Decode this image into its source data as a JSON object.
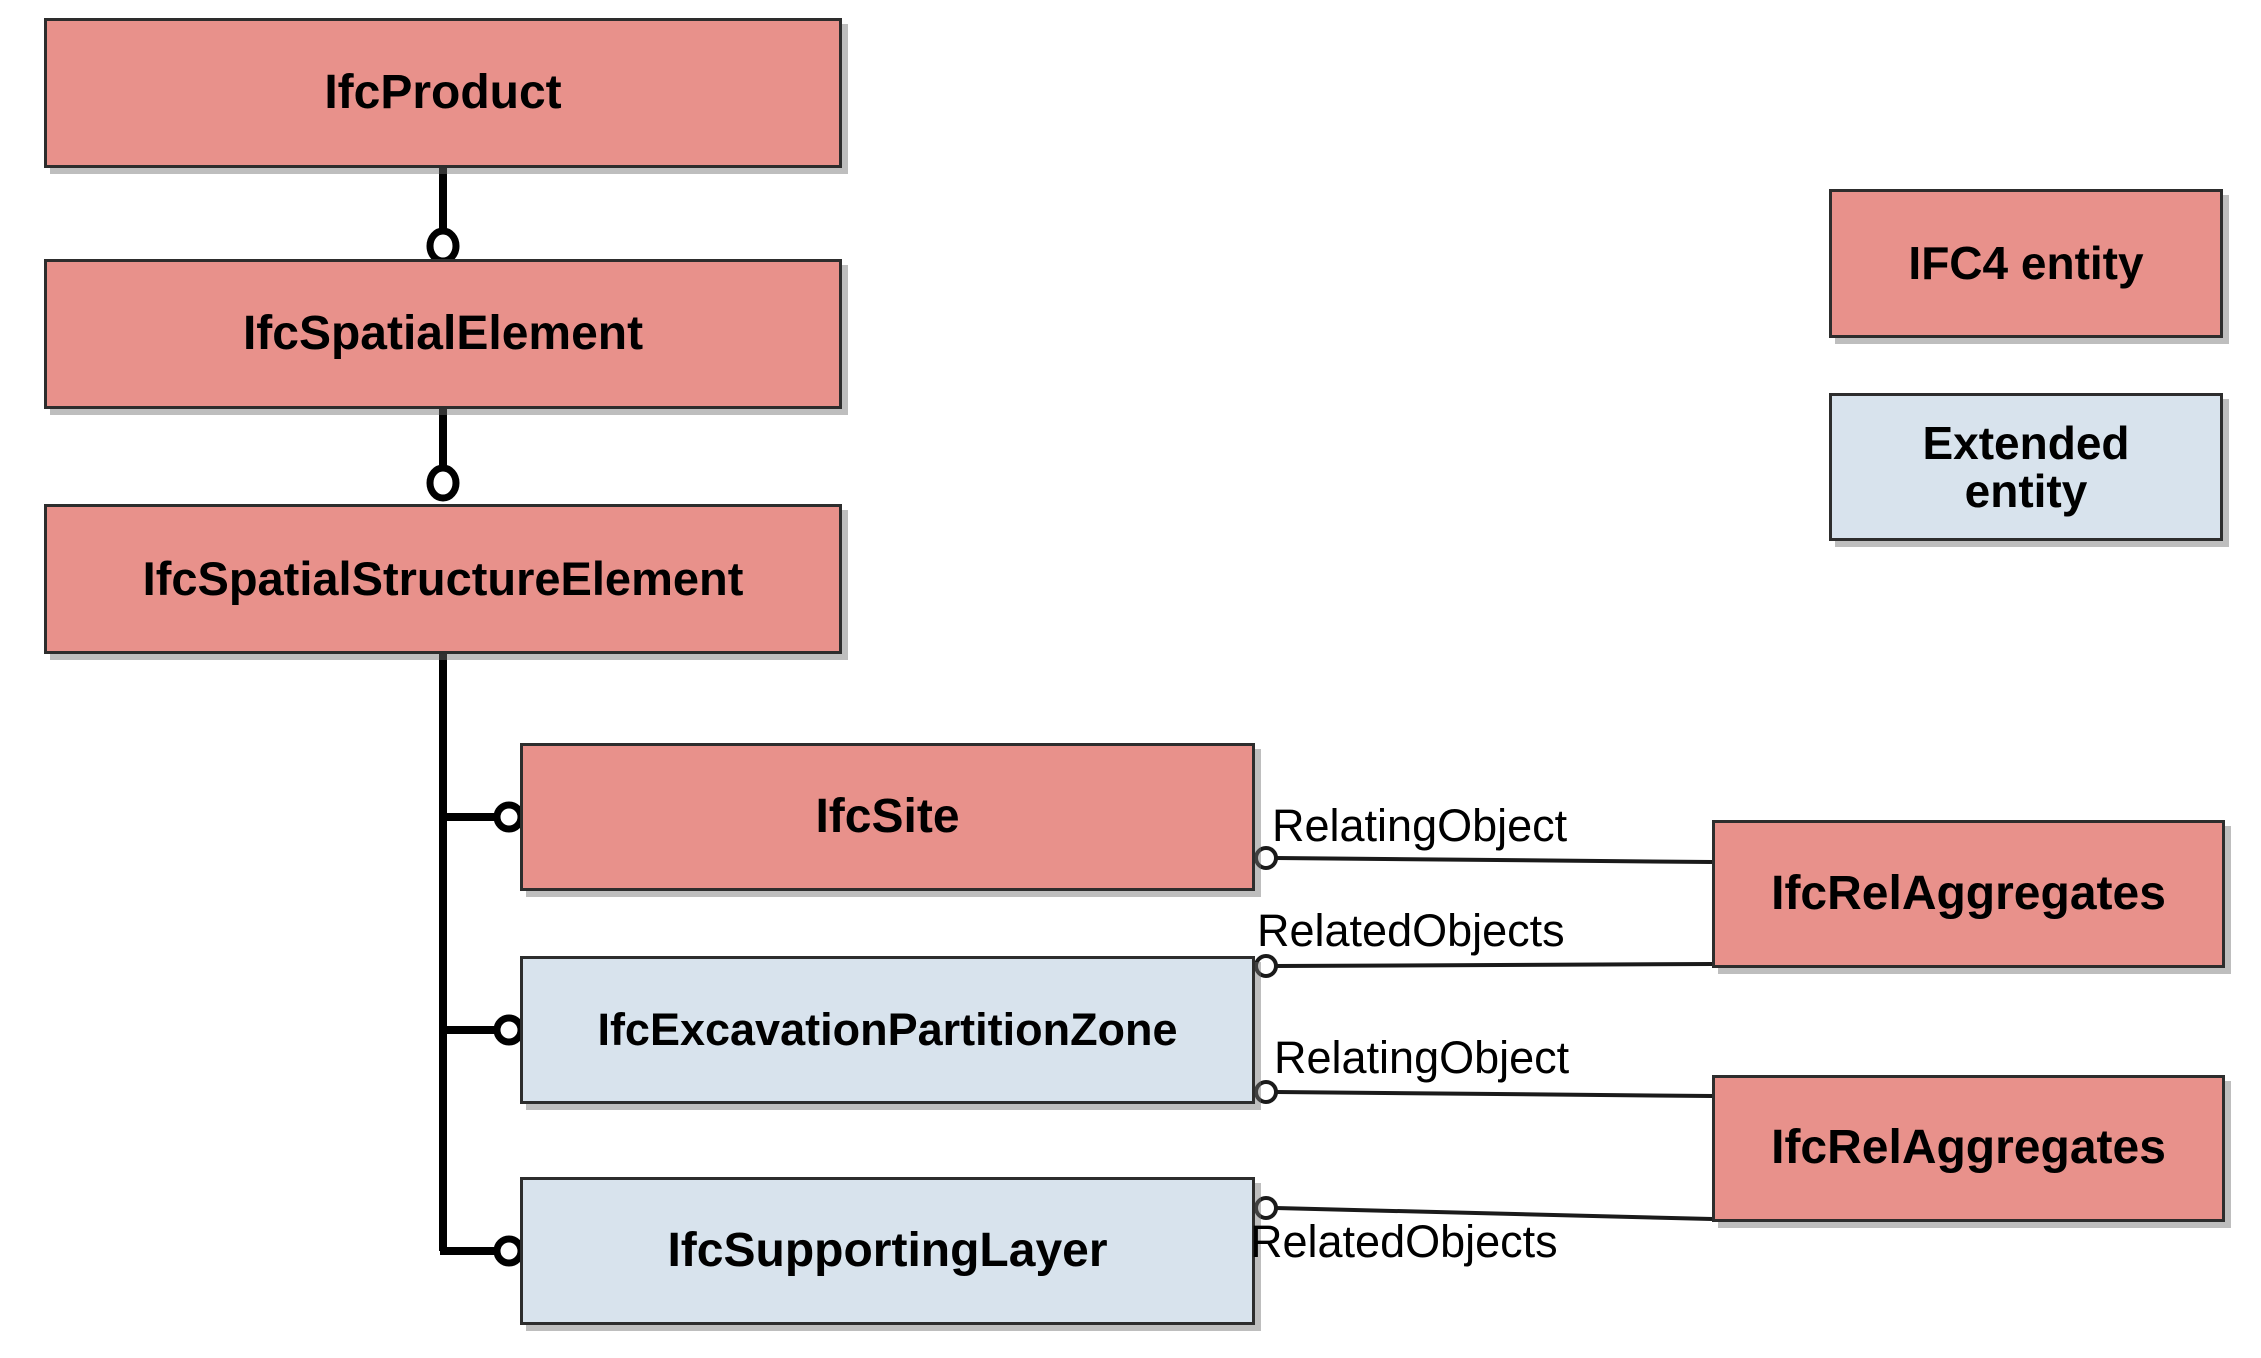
{
  "nodes": {
    "product": {
      "label": "IfcProduct",
      "type": "ifc4"
    },
    "spatial_element": {
      "label": "IfcSpatialElement",
      "type": "ifc4"
    },
    "spatial_structure_element": {
      "label": "IfcSpatialStructureElement",
      "type": "ifc4"
    },
    "site": {
      "label": "IfcSite",
      "type": "ifc4"
    },
    "excavation_partition_zone": {
      "label": "IfcExcavationPartitionZone",
      "type": "extended"
    },
    "supporting_layer": {
      "label": "IfcSupportingLayer",
      "type": "extended"
    },
    "rel_aggregates_1": {
      "label": "IfcRelAggregates",
      "type": "ifc4"
    },
    "rel_aggregates_2": {
      "label": "IfcRelAggregates",
      "type": "ifc4"
    }
  },
  "edge_labels": {
    "site_relating": "RelatingObject",
    "excavation_related": "RelatedObjects",
    "excavation_relating": "RelatingObject",
    "supporting_related": "RelatedObjects"
  },
  "legend": {
    "ifc4": {
      "label": "IFC4 entity"
    },
    "extended": {
      "label": "Extended entity"
    }
  },
  "colors": {
    "ifc4_fill": "#E8918B",
    "extended_fill": "#D8E3ED",
    "node_border": "#2D2D2D",
    "tree_line": "#000000",
    "relation_line": "#1A1A1A",
    "background": "#FFFFFF"
  }
}
